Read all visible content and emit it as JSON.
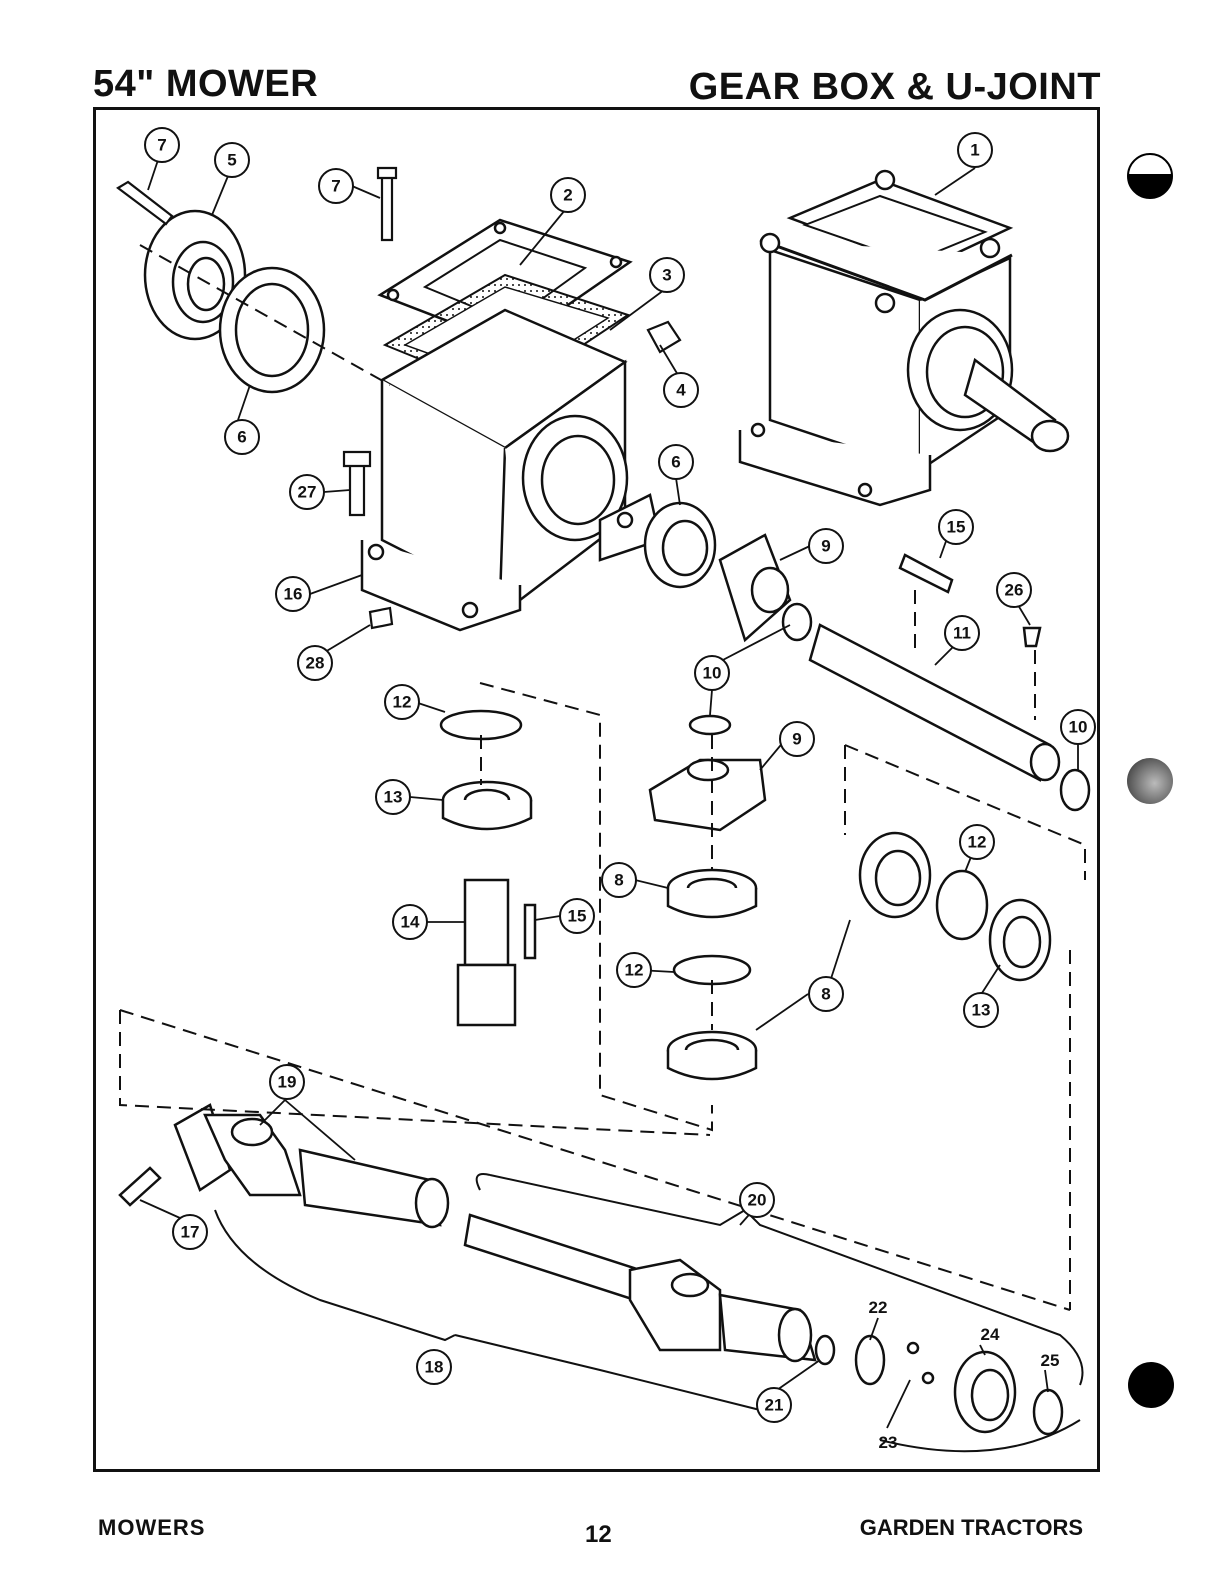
{
  "header": {
    "left_title": "54\" MOWER",
    "right_title": "GEAR BOX & U-JOINT"
  },
  "footer": {
    "left": "MOWERS",
    "page_number": "12",
    "right": "GARDEN TRACTORS"
  },
  "callouts": {
    "c1": "1",
    "c2": "2",
    "c3": "3",
    "c4": "4",
    "c5": "5",
    "c6a": "6",
    "c6b": "6",
    "c7a": "7",
    "c7b": "7",
    "c8a": "8",
    "c8b": "8",
    "c9a": "9",
    "c9b": "9",
    "c10a": "10",
    "c10b": "10",
    "c11": "11",
    "c12a": "12",
    "c12b": "12",
    "c12c": "12",
    "c13a": "13",
    "c13b": "13",
    "c14": "14",
    "c15a": "15",
    "c15b": "15",
    "c16": "16",
    "c17": "17",
    "c18": "18",
    "c19": "19",
    "c20": "20",
    "c21": "21",
    "c22": "22",
    "c23": "23",
    "c24": "24",
    "c25": "25",
    "c26": "26",
    "c27": "27",
    "c28": "28"
  },
  "icons": {
    "tab_top": "half-filled-circle-index-tab",
    "tab_middle": "grey-circle-index-tab",
    "tab_bottom": "black-circle-index-tab"
  }
}
